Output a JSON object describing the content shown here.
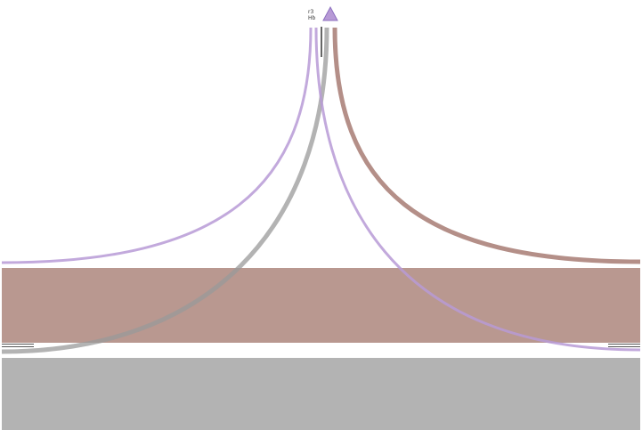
{
  "diagram": {
    "top_node": {
      "label_lines": [
        "r3",
        "Hb"
      ],
      "marker": "triangle",
      "marker_color": "#b79ad6"
    },
    "colors": {
      "purple": "#b79ad6",
      "purple_stroke": "#9a7fc4",
      "brown": "#9b6a60",
      "gray": "#9a9a9a",
      "brown_band": "#b99890",
      "gray_band": "#b3b3b3",
      "dark_line": "#555555"
    },
    "bands": [
      {
        "id": "brown-band",
        "color": "#b99890"
      },
      {
        "id": "gray-band",
        "color": "#b3b3b3"
      }
    ],
    "edges": [
      {
        "id": "purple-left",
        "color": "#b79ad6"
      },
      {
        "id": "purple-right",
        "color": "#b79ad6"
      },
      {
        "id": "gray",
        "color": "#9a9a9a"
      },
      {
        "id": "brown",
        "color": "#9b6a60"
      }
    ]
  }
}
